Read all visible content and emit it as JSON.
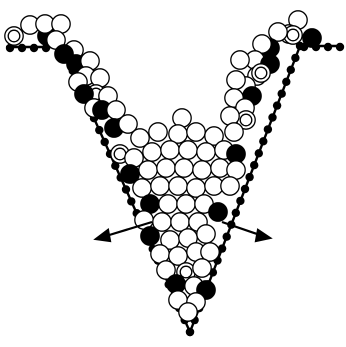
{
  "colors": {
    "background": "#ffffff",
    "ink": "#000000",
    "open_fill": "#ffffff"
  },
  "legend_types": {
    "open": "open-circle",
    "filled": "filled-circle",
    "ring": "double-ring-circle",
    "substrate": "small-substrate-dot"
  },
  "icons": {
    "strain_arrow_left": "arrow-left-down",
    "strain_arrow_right": "arrow-right-down"
  }
}
